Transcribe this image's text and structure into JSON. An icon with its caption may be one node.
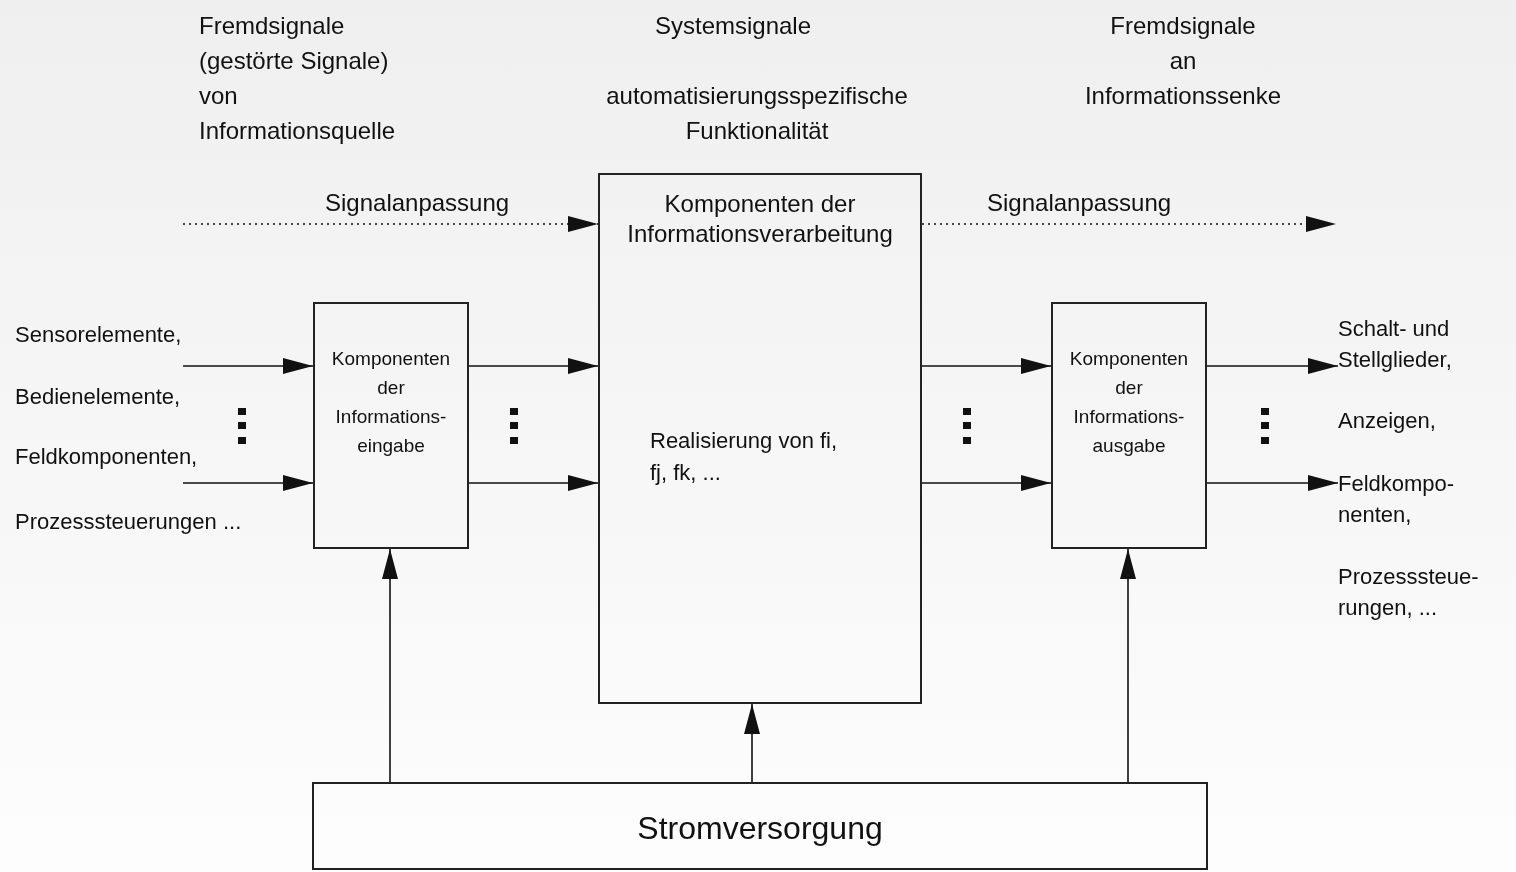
{
  "diagram": {
    "nodes": [
      {
        "text": [
          "Komponenten der Informationsverarbeitung",
          "Realisierung von fi, fj, fk, ..."
        ]
      },
      {
        "text": [
          "Komponenten der Informations- eingabe"
        ]
      },
      {
        "text": [
          "Komponenten der Informations- ausgabe"
        ]
      },
      {
        "text": [
          "Stromversorgung"
        ]
      },
      {
        "text": [
          "Schalt- und Stellglieder,"
        ]
      },
      {
        "text": [
          "Feldkompo- nenten,"
        ]
      }
    ],
    "edges": [
      {
        "from": null,
        "to": 1,
        "arrow": "to"
      },
      {
        "from": null,
        "to": 1,
        "arrow": "to"
      },
      {
        "from": 1,
        "to": 0,
        "arrow": "to"
      },
      {
        "from": 1,
        "to": 0,
        "arrow": "to"
      },
      {
        "from": 0,
        "to": 2,
        "arrow": "to"
      },
      {
        "from": 0,
        "to": 2,
        "arrow": "to"
      },
      {
        "from": 2,
        "to": 4,
        "arrow": "to"
      },
      {
        "from": 2,
        "to": 5,
        "arrow": "to"
      },
      {
        "from": 3,
        "to": 1,
        "arrow": "to"
      },
      {
        "from": 3,
        "to": 0,
        "arrow": "to"
      },
      {
        "from": 3,
        "to": 2,
        "arrow": "to"
      },
      {
        "from": null,
        "to": 0,
        "arrow": "to",
        "label": "Signalanpassung",
        "style": "dashed"
      },
      {
        "from": 0,
        "to": null,
        "arrow": "to",
        "label": "Signalanpassung",
        "style": "dashed"
      }
    ],
    "labels": [
      "Fremdsignale (gestörte Signale) von Informationsquelle",
      "Systemsignale",
      "automatisierungsspezifische Funktionalität",
      "Fremdsignale an Informationssenke",
      "Sensorelemente,",
      "Bedienelemente,",
      "Feldkomponenten,",
      "Prozesssteuerungen ...",
      "Anzeigen,",
      "Prozesssteue- rungen, ..."
    ]
  }
}
